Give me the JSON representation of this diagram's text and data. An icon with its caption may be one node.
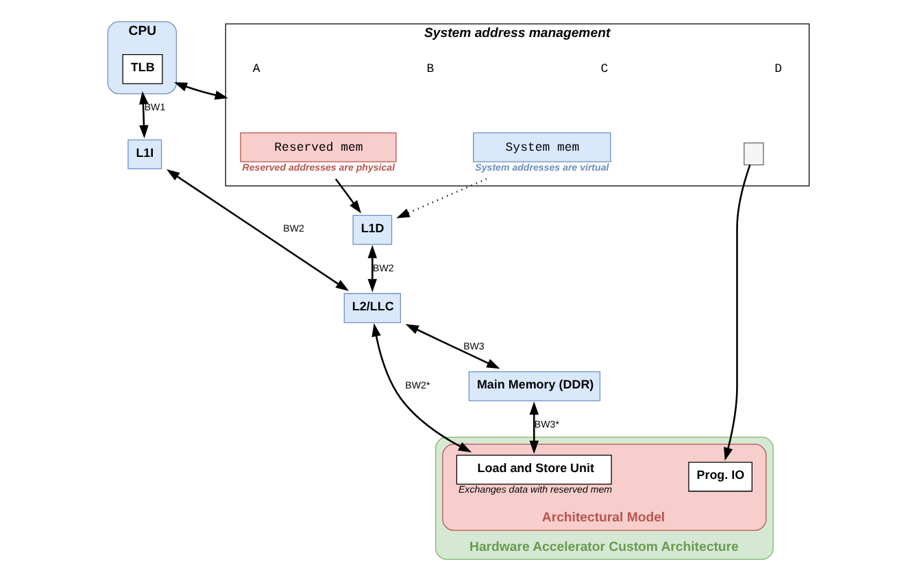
{
  "diagram": {
    "nodes": [
      {
        "text": [
          "CPU"
        ]
      },
      {
        "text": [
          "TLB"
        ],
        "in": 0
      },
      {
        "text": [
          "System address management"
        ]
      },
      {
        "text": [
          "System mem"
        ],
        "in": 2,
        "beside": [
          "System addresses are virtual"
        ]
      },
      {
        "text": [],
        "shape": "box",
        "in": 2
      },
      {
        "text": [
          "Reserved mem"
        ],
        "in": 2,
        "beside": [
          "Reserved addresses are physical"
        ]
      },
      {
        "text": [
          "L1I"
        ]
      },
      {
        "text": [
          "L1D"
        ]
      },
      {
        "text": [
          "L2/LLC"
        ]
      },
      {
        "text": [
          "Main Memory (DDR)"
        ]
      },
      {
        "text": [
          "Hardware Accelerator Custom Architecture"
        ]
      },
      {
        "text": [
          "Architectural Model"
        ],
        "in": 10
      },
      {
        "text": [
          "Prog. IO"
        ],
        "in": 11
      },
      {
        "text": [
          "Load and Store Unit"
        ],
        "in": 11,
        "beside": [
          "Exchanges data with reserved mem"
        ]
      }
    ],
    "edges": [
      {
        "from": 0,
        "to": 2,
        "arrow": "both"
      },
      {
        "from": 0,
        "to": 6,
        "arrow": "both",
        "label": "BW1"
      },
      {
        "from": 3,
        "to": 7,
        "arrow": "to",
        "style": "dashed"
      },
      {
        "from": 5,
        "to": 7,
        "arrow": "to"
      },
      {
        "from": 4,
        "to": 12,
        "arrow": "to"
      },
      {
        "from": 6,
        "to": 8,
        "arrow": "both",
        "label": "BW2"
      },
      {
        "from": 7,
        "to": 8,
        "arrow": "both",
        "label": "BW2"
      },
      {
        "from": 8,
        "to": 13,
        "arrow": "both",
        "label": "BW2*"
      },
      {
        "from": 8,
        "to": 9,
        "arrow": "both",
        "label": "BW3"
      },
      {
        "from": 9,
        "to": 13,
        "arrow": "both",
        "label": "BW3*"
      }
    ],
    "labels": [
      "A",
      "B",
      "C",
      "D"
    ]
  }
}
